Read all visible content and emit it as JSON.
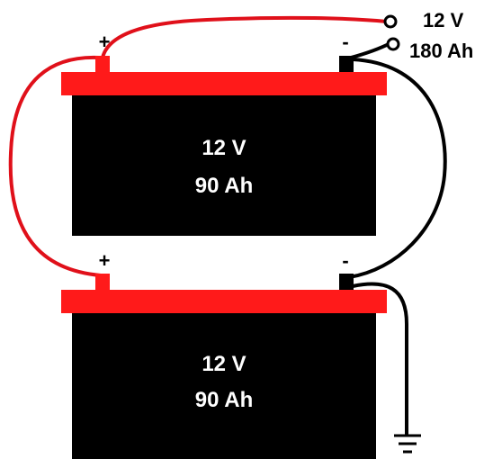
{
  "output": {
    "voltage": "12 V",
    "capacity": "180 Ah"
  },
  "batteries": [
    {
      "voltage": "12 V",
      "capacity": "90 Ah",
      "positive": "+",
      "negative": "-"
    },
    {
      "voltage": "12 V",
      "capacity": "90 Ah",
      "positive": "+",
      "negative": "-"
    }
  ],
  "colors": {
    "positive_wire": "#e0101a",
    "negative_wire": "#000000",
    "battery_top": "#ff1a1a",
    "battery_body": "#000000",
    "battery_text": "#ffffff"
  }
}
